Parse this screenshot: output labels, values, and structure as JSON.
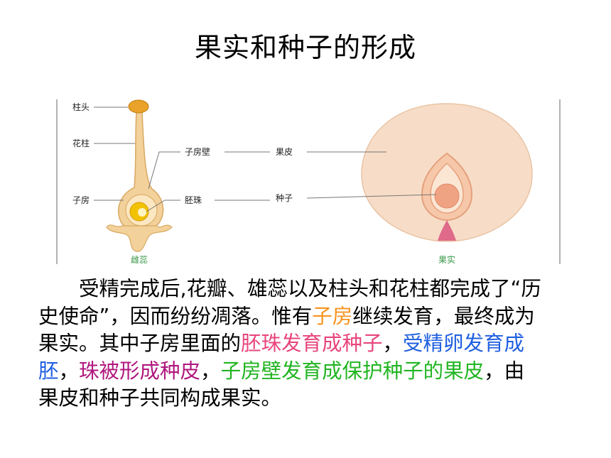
{
  "title": "果实和种子的形成",
  "diagram": {
    "labels": {
      "stigma": "柱头",
      "style": "花柱",
      "ovary": "子房",
      "ovary_wall": "子房壁",
      "ovule": "胚珠",
      "pericarp": "果皮",
      "seed": "种子"
    },
    "captions": {
      "pistil": "雌蕊",
      "fruit": "果实"
    },
    "colors": {
      "pistil_body": "#f3d19a",
      "ovule_yellow": "#f2c200",
      "fruit_flesh": "#f7ddc7",
      "seed_core": "#f0a383",
      "stem_pink": "#e06a8a",
      "caption_green": "#3c9a4a"
    }
  },
  "paragraph": {
    "segments": [
      {
        "text": "受精完成后,花瓣、雄蕊以及柱头和花柱都完成了“历史使命”，因而纷纷凋落。惟有",
        "color": "#000000"
      },
      {
        "text": "子房",
        "color": "#f7931e"
      },
      {
        "text": "继续发育，最终成为果实。其中子房里面的",
        "color": "#000000"
      },
      {
        "text": "胚珠发育成种子",
        "color": "#e8457c"
      },
      {
        "text": "，",
        "color": "#000000"
      },
      {
        "text": "受精卵发育成胚",
        "color": "#1f5fe0"
      },
      {
        "text": "，",
        "color": "#000000"
      },
      {
        "text": "珠被形成种皮",
        "color": "#b0177e"
      },
      {
        "text": "，",
        "color": "#000000"
      },
      {
        "text": "子房壁发育成保护种子的果皮",
        "color": "#22b522"
      },
      {
        "text": "，由果皮和种子共同构成果实。",
        "color": "#000000"
      }
    ]
  }
}
